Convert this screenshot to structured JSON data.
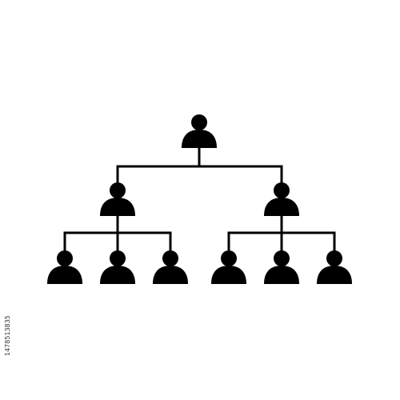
{
  "diagram": {
    "type": "org-chart",
    "icon": "person-icon",
    "colors": {
      "background": "#ffffff",
      "ink": "#000000"
    },
    "nodes": [
      {
        "id": "root",
        "level": 0,
        "parent": null
      },
      {
        "id": "manager-left",
        "level": 1,
        "parent": "root"
      },
      {
        "id": "manager-right",
        "level": 1,
        "parent": "root"
      },
      {
        "id": "staff-left-1",
        "level": 2,
        "parent": "manager-left"
      },
      {
        "id": "staff-left-2",
        "level": 2,
        "parent": "manager-left"
      },
      {
        "id": "staff-left-3",
        "level": 2,
        "parent": "manager-left"
      },
      {
        "id": "staff-right-1",
        "level": 2,
        "parent": "manager-right"
      },
      {
        "id": "staff-right-2",
        "level": 2,
        "parent": "manager-right"
      },
      {
        "id": "staff-right-3",
        "level": 2,
        "parent": "manager-right"
      }
    ]
  },
  "watermark": {
    "image_id": "1478513835"
  }
}
